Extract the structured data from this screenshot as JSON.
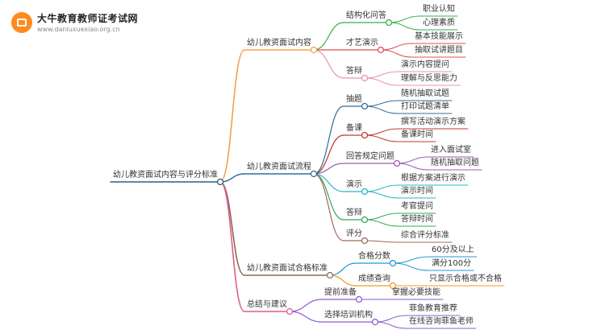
{
  "logo": {
    "title": "大牛教育教师证考试网",
    "subtitle": "www.daniuxuexiao.org.cn"
  },
  "mindmap": {
    "root": "幼儿教资面试内容与评分标准",
    "branches": [
      {
        "label": "幼儿教资面试内容",
        "color": "#f5a04a",
        "children": [
          {
            "label": "结构化问答",
            "color": "#36b14a",
            "children": [
              "职业认知",
              "心理素质"
            ]
          },
          {
            "label": "才艺演示",
            "color": "#e0504f",
            "children": [
              "基本技能展示",
              "抽取试讲题目"
            ]
          },
          {
            "label": "答辩",
            "color": "#e88fbc",
            "children": [
              "演示内容提问",
              "理解与反思能力"
            ]
          }
        ]
      },
      {
        "label": "幼儿教资面试流程",
        "color": "#2f6f9b",
        "children": [
          {
            "label": "抽题",
            "color": "#2f6f9b",
            "children": [
              "随机抽取试题",
              "打印试题清单"
            ]
          },
          {
            "label": "备课",
            "color": "#c0392b",
            "children": [
              "撰写活动演示方案",
              "备课时间"
            ]
          },
          {
            "label": "回答规定问题",
            "color": "#9b59b6",
            "children": [
              "进入面试室",
              "随机抽取问题"
            ]
          },
          {
            "label": "演示",
            "color": "#26b5c9",
            "children": [
              "根据方案进行演示",
              "演示时间"
            ]
          },
          {
            "label": "答辩",
            "color": "#34a853",
            "children": [
              "考官提问",
              "答辩时间"
            ]
          },
          {
            "label": "评分",
            "color": "#9c6b5a",
            "children": [
              "综合评分标准"
            ]
          }
        ]
      },
      {
        "label": "幼儿教资面试合格标准",
        "color": "#8a6a58",
        "children": [
          {
            "label": "合格分数",
            "color": "#1e9ad8",
            "children": [
              "60分及以上",
              "满分100分"
            ]
          },
          {
            "label": "成绩查询",
            "color": "#f29c1f",
            "children": [
              "只显示合格或不合格"
            ]
          }
        ]
      },
      {
        "label": "总结与建议",
        "color": "#e05c8c",
        "children": [
          {
            "label": "提前准备",
            "color": "#8e5bd1",
            "children": [
              "掌握必要技能"
            ]
          },
          {
            "label": "选择培训机构",
            "color": "#8e5bd1",
            "children": [
              "菲鱼教育推荐",
              "在线咨询菲鱼老师"
            ]
          }
        ]
      }
    ]
  }
}
